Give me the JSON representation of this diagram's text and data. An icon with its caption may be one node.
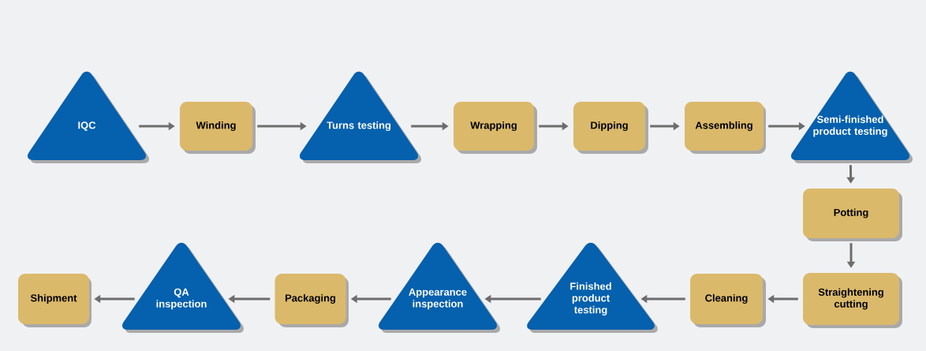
{
  "diagram": {
    "nodes": [
      {
        "text": [
          "IQC"
        ]
      },
      {
        "text": [
          "Winding"
        ]
      },
      {
        "text": [
          "Turns testing"
        ]
      },
      {
        "text": [
          "Wrapping"
        ]
      },
      {
        "text": [
          "Dipping"
        ]
      },
      {
        "text": [
          "Assembling"
        ]
      },
      {
        "text": [
          "Semi-finished product testing"
        ]
      },
      {
        "text": [
          "Potting"
        ]
      },
      {
        "text": [
          "Straightening cutting"
        ]
      },
      {
        "text": [
          "Cleaning"
        ]
      },
      {
        "text": [
          "Finished product testing"
        ]
      },
      {
        "text": [
          "Appearance inspection"
        ]
      },
      {
        "text": [
          "Packaging"
        ]
      },
      {
        "text": [
          "QA inspection"
        ]
      },
      {
        "text": [
          "Shipment"
        ]
      }
    ],
    "edges": [
      {
        "from": 0,
        "to": 1,
        "arrow": "to"
      },
      {
        "from": 1,
        "to": 2,
        "arrow": "to"
      },
      {
        "from": 2,
        "to": 3,
        "arrow": "to"
      },
      {
        "from": 3,
        "to": 4,
        "arrow": "to"
      },
      {
        "from": 4,
        "to": 5,
        "arrow": "to"
      },
      {
        "from": 5,
        "to": 6,
        "arrow": "to"
      },
      {
        "from": 6,
        "to": 7,
        "arrow": "to"
      },
      {
        "from": 7,
        "to": 8,
        "arrow": "to"
      },
      {
        "from": 8,
        "to": 9,
        "arrow": "to"
      },
      {
        "from": 9,
        "to": 10,
        "arrow": "to"
      },
      {
        "from": 10,
        "to": 11,
        "arrow": "to"
      },
      {
        "from": 11,
        "to": 12,
        "arrow": "to"
      },
      {
        "from": 12,
        "to": 13,
        "arrow": "to"
      },
      {
        "from": 13,
        "to": 14,
        "arrow": "to"
      }
    ]
  }
}
